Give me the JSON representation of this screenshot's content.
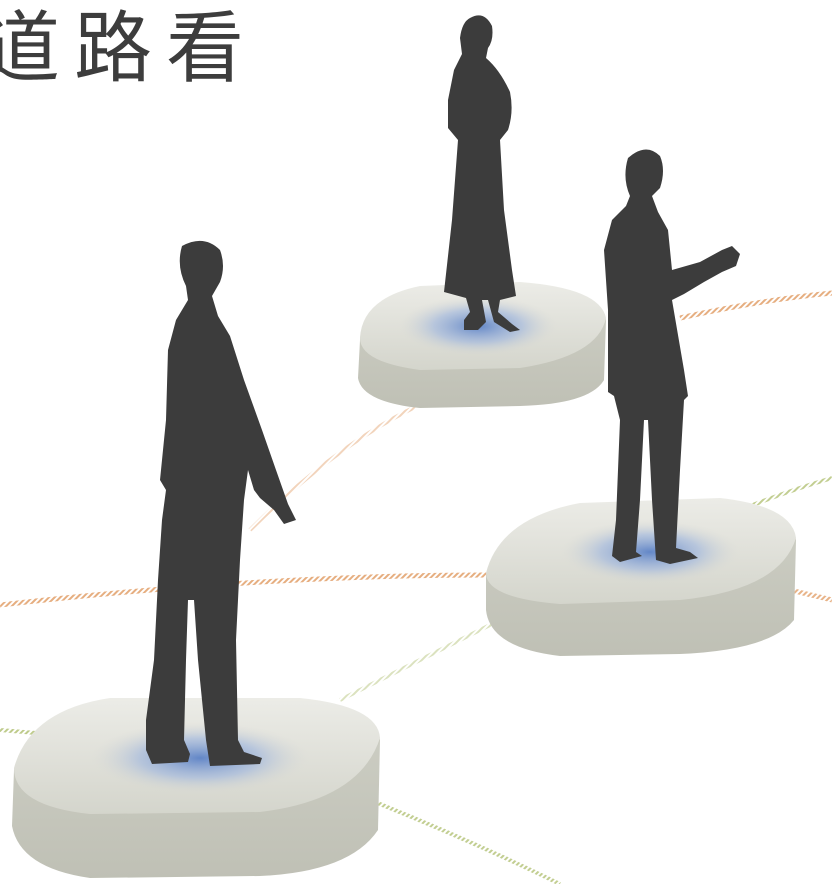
{
  "headline": {
    "text": "道路看"
  },
  "palette": {
    "silhouette": "#3c3c3c",
    "platform": "#d9d9d2",
    "platform_shadow": "#c5c6bc",
    "glow": "#7c9cd2",
    "line_orange": "#e2a06a",
    "line_green": "#b7c57e"
  },
  "scene": {
    "figures": [
      {
        "name": "man-left",
        "icon": "standing-man-silhouette"
      },
      {
        "name": "woman-center",
        "icon": "standing-woman-silhouette"
      },
      {
        "name": "man-right",
        "icon": "gesturing-man-silhouette"
      }
    ],
    "platforms": [
      "platform-left",
      "platform-top",
      "platform-right"
    ]
  }
}
